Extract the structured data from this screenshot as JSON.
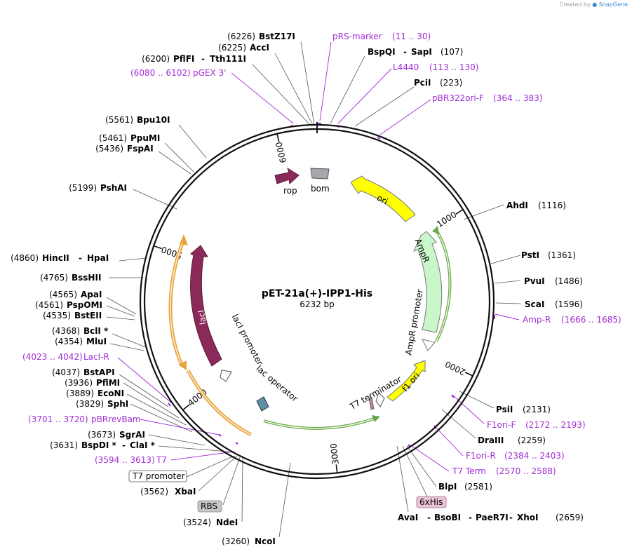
{
  "credit": {
    "prefix": "Created by",
    "brand": "SnapGene"
  },
  "plasmid": {
    "name": "pET-21a(+)-IPP1-His",
    "length": "6232 bp",
    "total_bp": 6232
  },
  "ticks": [
    {
      "bp": 1000,
      "label": "1000"
    },
    {
      "bp": 2000,
      "label": "2000"
    },
    {
      "bp": 3000,
      "label": "3000"
    },
    {
      "bp": 4000,
      "label": "4000"
    },
    {
      "bp": 5000,
      "label": "5000"
    },
    {
      "bp": 6000,
      "label": "6000"
    }
  ],
  "colors": {
    "enzyme": "#000000",
    "primer": "#a12cd6",
    "rop": "#8b2a5a",
    "lacI": "#8b2a5a",
    "ori": "#ffff00",
    "f1ori": "#ffff00",
    "ampR": "#c9f7c9",
    "ampR_promoter": "#ffffff",
    "bom": "#a6a8ad",
    "lacI_promoter": "#ffffff",
    "orange_arc": "#e8a33a",
    "green_arc": "#6aa84f"
  },
  "features": [
    {
      "name": "rop",
      "label": "rop",
      "type": "rop"
    },
    {
      "name": "bom",
      "label": "bom",
      "type": "bom"
    },
    {
      "name": "ori",
      "label": "ori",
      "type": "ori"
    },
    {
      "name": "AmpR",
      "label": "AmpR",
      "type": "ampR"
    },
    {
      "name": "AmpR promoter",
      "label": "AmpR promoter",
      "type": "ampR_promoter"
    },
    {
      "name": "f1 ori",
      "label": "f1 ori",
      "type": "f1ori"
    },
    {
      "name": "T7 terminator",
      "label": "T7 terminator",
      "type": "t7term"
    },
    {
      "name": "lac operator",
      "label": "lac operator",
      "type": "lacop"
    },
    {
      "name": "lacI promoter",
      "label": "lacI promoter",
      "type": "lacI_promoter"
    },
    {
      "name": "lacI",
      "label": "lacI",
      "type": "lacI"
    }
  ],
  "boxed_labels": {
    "t7_promoter": "T7 promoter",
    "rbs": "RBS",
    "his": "6xHis"
  },
  "enzyme_labels": [
    {
      "pos": "(6226)",
      "name": "BstZ17I"
    },
    {
      "pos": "(6225)",
      "name": "AccI"
    },
    {
      "pos": "(6200)",
      "name": "PflFI",
      "alt": "Tth111I"
    },
    {
      "pos": "(5561)",
      "name": "Bpu10I"
    },
    {
      "pos": "(5461)",
      "name": "PpuMI"
    },
    {
      "pos": "(5436)",
      "name": "FspAI"
    },
    {
      "pos": "(5199)",
      "name": "PshAI"
    },
    {
      "pos": "(4860)",
      "name": "HincII",
      "alt": "HpaI"
    },
    {
      "pos": "(4765)",
      "name": "BssHII"
    },
    {
      "pos": "(4565)",
      "name": "ApaI"
    },
    {
      "pos": "(4561)",
      "name": "PspOMI"
    },
    {
      "pos": "(4535)",
      "name": "BstEII"
    },
    {
      "pos": "(4368)",
      "name": "BclI *"
    },
    {
      "pos": "(4354)",
      "name": "MluI"
    },
    {
      "pos": "(4037)",
      "name": "BstAPI"
    },
    {
      "pos": "(3936)",
      "name": "PflMI"
    },
    {
      "pos": "(3889)",
      "name": "EcoNI"
    },
    {
      "pos": "(3829)",
      "name": "SphI"
    },
    {
      "pos": "(3673)",
      "name": "SgrAI"
    },
    {
      "pos": "(3631)",
      "name": "BspDI *",
      "alt": "ClaI *"
    },
    {
      "pos": "(3562)",
      "name": "XbaI"
    },
    {
      "pos": "(3524)",
      "name": "NdeI"
    },
    {
      "pos": "(3260)",
      "name": "NcoI"
    },
    {
      "pos": "(107)",
      "name": "BspQI",
      "alt": "SapI"
    },
    {
      "pos": "(223)",
      "name": "PciI"
    },
    {
      "pos": "(1116)",
      "name": "AhdI"
    },
    {
      "pos": "(1361)",
      "name": "PstI"
    },
    {
      "pos": "(1486)",
      "name": "PvuI"
    },
    {
      "pos": "(1596)",
      "name": "ScaI"
    },
    {
      "pos": "(2131)",
      "name": "PsiI"
    },
    {
      "pos": "(2259)",
      "name": "DraIII"
    },
    {
      "pos": "(2581)",
      "name": "BlpI"
    },
    {
      "pos": "(2659)",
      "name": "AvaI",
      "alt": "BsoBI",
      "alt2": "PaeR7I",
      "alt3": "XhoI"
    }
  ],
  "primer_labels": [
    {
      "name": "pRS-marker",
      "range": "(11 .. 30)"
    },
    {
      "name": "L4440",
      "range": "(113 .. 130)"
    },
    {
      "name": "pBR322ori-F",
      "range": "(364 .. 383)"
    },
    {
      "name": "pGEX 3'",
      "range": "(6080 .. 6102)"
    },
    {
      "name": "Amp-R",
      "range": "(1666 .. 1685)"
    },
    {
      "name": "F1ori-F",
      "range": "(2172 .. 2193)"
    },
    {
      "name": "F1ori-R",
      "range": "(2384 .. 2403)"
    },
    {
      "name": "T7 Term",
      "range": "(2570 .. 2588)"
    },
    {
      "name": "LacI-R",
      "range": "(4023 .. 4042)"
    },
    {
      "name": "pBRrevBam",
      "range": "(3701 .. 3720)"
    },
    {
      "name": "T7",
      "range": "(3594 .. 3613)"
    }
  ]
}
